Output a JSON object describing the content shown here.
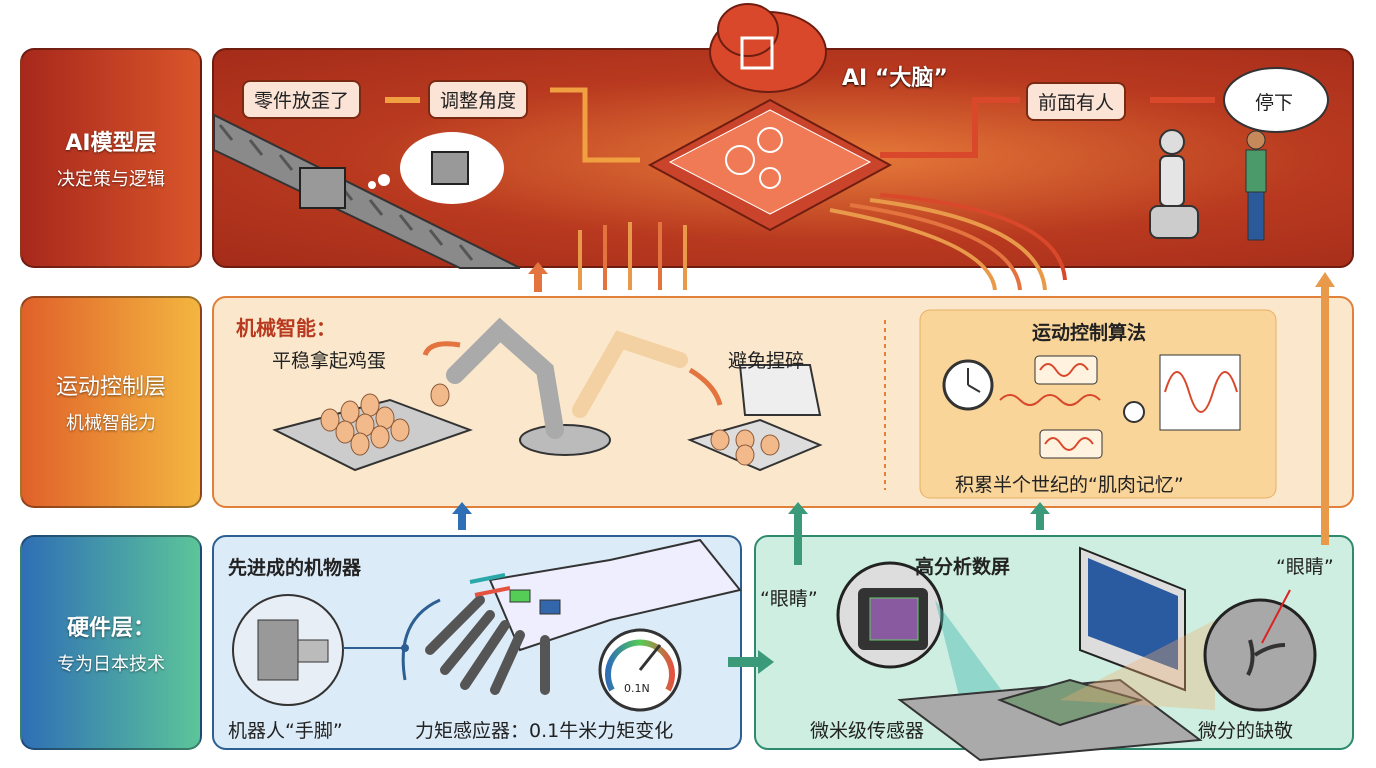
{
  "layers": {
    "ai": {
      "title": "AI模型层",
      "subtitle": "决定策与逻辑"
    },
    "motion": {
      "title": "运动控制层",
      "subtitle": "机械智能力"
    },
    "hardware": {
      "title": "硬件层：",
      "subtitle": "专为日本技术"
    }
  },
  "ai_panel": {
    "step1": "零件放歪了",
    "step2": "调整角度",
    "brain_label": "AI “大脑”",
    "step3": "前面有人",
    "bubble": "停下"
  },
  "motion_panel": {
    "heading": "机械智能：",
    "pick_label": "平稳拿起鸡蛋",
    "avoid_label": "避免捏碎",
    "algo_title": "运动控制算法",
    "algo_caption": "积累半个世纪的“肌肉记忆”"
  },
  "hardware_left": {
    "heading": "先进成的机物器",
    "joint_label": "机器人“手脚”",
    "torque_label": "力矩感应器：0.1牛米力矩变化",
    "gauge_value": "0.1N"
  },
  "hardware_right": {
    "heading": "高分析数屏",
    "eye_left": "“眼睛”",
    "eye_right": "“眼睛”",
    "sensor_label": "微米级传感器",
    "defect_label": "微分的缺敬"
  },
  "colors": {
    "ai": "#b8391f",
    "motion": "#fbe8cc",
    "hw_left": "#dcebf8",
    "hw_right": "#cdeee0"
  }
}
